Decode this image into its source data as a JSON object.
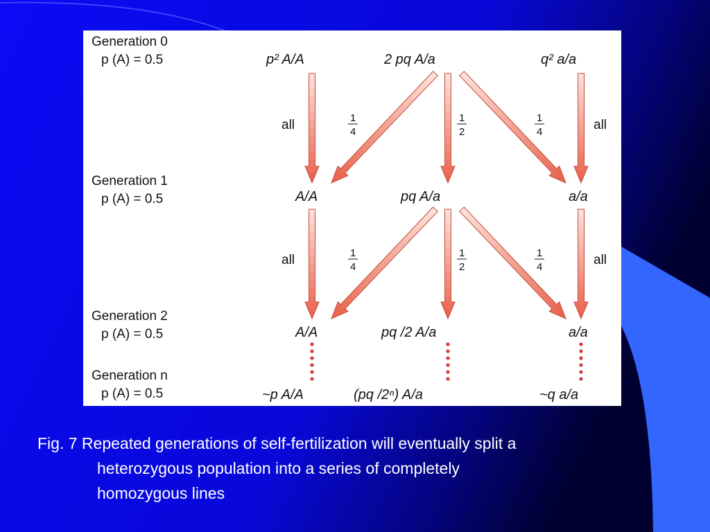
{
  "slide": {
    "colors": {
      "background": "#0a0af0",
      "background_dark": "#000044",
      "accent_shape": "#3366ff",
      "arrow_light": "#fde3dc",
      "arrow_dark": "#e8604a",
      "dot": "#d93a3a",
      "caption_text": "#ffffff"
    }
  },
  "figure": {
    "generations": [
      {
        "title": "Generation 0",
        "p": "p (A) = 0.5"
      },
      {
        "title": "Generation 1",
        "p": "p (A) = 0.5"
      },
      {
        "title": "Generation 2",
        "p": "p (A) = 0.5"
      },
      {
        "title": "Generation n",
        "p": "p (A) = 0.5"
      }
    ],
    "rows": [
      {
        "left": "p² A/A",
        "mid": "2 pq A/a",
        "right": "q² a/a"
      },
      {
        "left": "A/A",
        "mid": "pq A/a",
        "right": "a/a"
      },
      {
        "left": "A/A",
        "mid": "pq /2 A/a",
        "right": "a/a"
      },
      {
        "left": "~p A/A",
        "mid": "(pq /2ⁿ) A/a",
        "right": "~q a/a"
      }
    ],
    "routes": {
      "all": "all",
      "quarter_num": "1",
      "quarter_den": "4",
      "half_num": "1",
      "half_den": "2"
    }
  },
  "caption": {
    "line1": "Fig. 7 Repeated generations of self-fertilization will eventually split a",
    "line2": "heterozygous population into a series of completely",
    "line3": "homozygous lines"
  }
}
